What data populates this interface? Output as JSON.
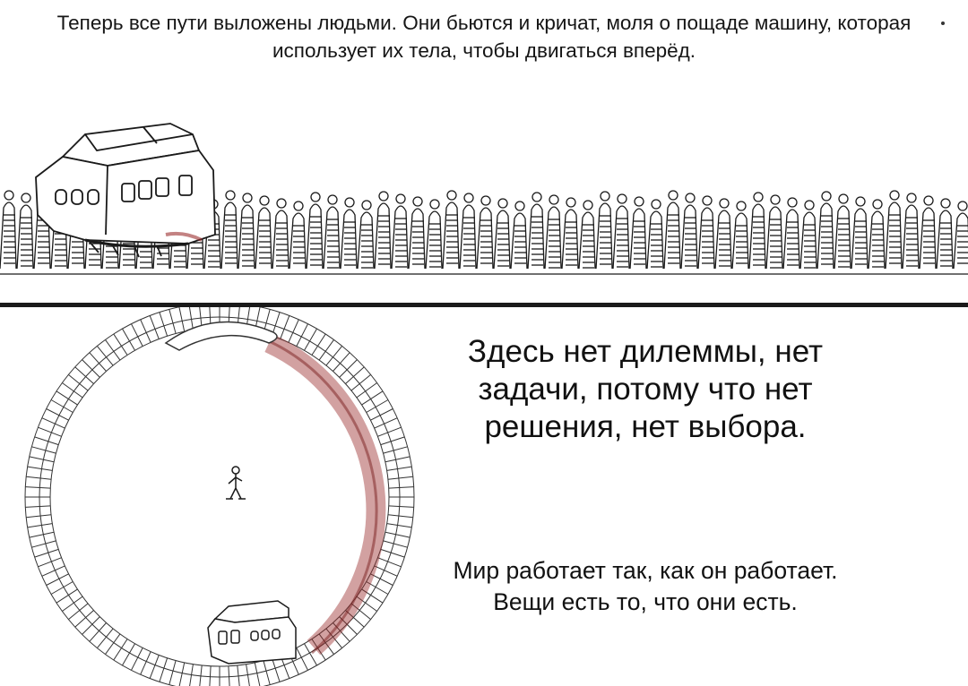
{
  "top_panel": {
    "caption": "Теперь все пути выложены людьми. Они бьются и кричат, моля о пощаде машину, которая использует их тела, чтобы двигаться вперёд."
  },
  "bottom_panel": {
    "quote_main": "Здесь нет дилеммы, нет задачи, потому что нет решения, нет выбора.",
    "quote_small_1": "Мир работает так, как он работает.",
    "quote_small_2": "Вещи есть то, что они есть."
  },
  "colors": {
    "ink": "#1a1a1a",
    "blood": "#9b2f2f",
    "paper": "#ffffff"
  }
}
